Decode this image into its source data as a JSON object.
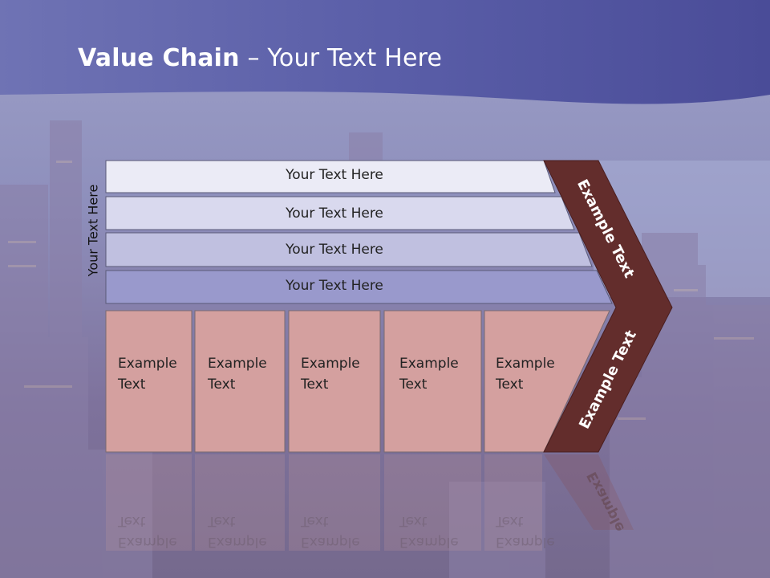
{
  "slide": {
    "title_bold": "Value Chain",
    "title_rest": " – Your Text Here",
    "side_label": "Your Text Here",
    "bars": [
      {
        "label": "Your Text Here"
      },
      {
        "label": "Your Text Here"
      },
      {
        "label": "Your Text Here"
      },
      {
        "label": "Your Text Here"
      }
    ],
    "boxes": [
      {
        "line1": "Example",
        "line2": "Text"
      },
      {
        "line1": "Example",
        "line2": "Text"
      },
      {
        "line1": "Example",
        "line2": "Text"
      },
      {
        "line1": "Example",
        "line2": "Text"
      },
      {
        "line1": "Example",
        "line2": "Text"
      }
    ],
    "chevron_upper_label": "Example Text",
    "chevron_lower_label": "Example Text",
    "reflection_label": "Example"
  },
  "colors": {
    "header_band": "#4f529a",
    "bar_fills": [
      "#ebebf6",
      "#d9d9ee",
      "#c0c0e0",
      "#9999cc"
    ],
    "box_fill": "#d4a09f",
    "chevron_fill": "#632d2c"
  }
}
